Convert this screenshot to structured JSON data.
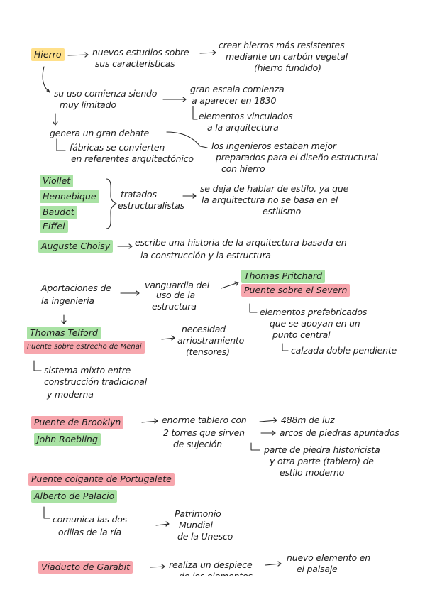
{
  "hierro": {
    "title": "Hierro",
    "b1": "nuevos estudios sobre",
    "b1b": "sus características",
    "b1r1": "crear hierros más resistentes",
    "b1r2": "mediante un carbón vegetal",
    "b1r3": "(hierro fundido)",
    "b2": "su uso comienza siendo",
    "b2b": "muy limitado",
    "b2r1": "gran escala comienza",
    "b2r2": "a aparecer en 1830",
    "b2r3": "elementos vinculados",
    "b2r4": "a la arquitectura",
    "b3": "genera un gran debate",
    "b3a": "fábricas se convierten",
    "b3b": "en referentes arquitectónico",
    "b3r1": "los ingenieros estaban mejor",
    "b3r2": "preparados para el diseño estructural",
    "b3r3": "con hierro"
  },
  "tratados": {
    "names": [
      "Viollet",
      "Hennebique",
      "Baudot",
      "Eiffel"
    ],
    "label1": "tratados",
    "label2": "estructuralistas",
    "r1": "se deja de hablar de estilo, ya que",
    "r2": "la arquitectura no se basa en el",
    "r3": "estilismo"
  },
  "choisy": {
    "name": "Auguste Choisy",
    "t1": "escribe una historia de la arquitectura basada en",
    "t2": "la construcción y la estructura"
  },
  "aportaciones": {
    "t1": "Aportaciones de",
    "t2": "la ingeniería",
    "v1": "vanguardia del",
    "v2": "uso de la",
    "v3": "estructura",
    "pritchard": "Thomas Pritchard",
    "severn": "Puente sobre el Severn",
    "p1": "elementos prefabricados",
    "p2": "que se apoyan en un",
    "p3": "punto central",
    "p4": "calzada doble pendiente"
  },
  "telford": {
    "name": "Thomas Telford",
    "bridge": "Puente sobre estrecho de Menai",
    "n1": "necesidad",
    "n2": "arriostramiento",
    "n3": "(tensores)",
    "s1": "sistema mixto entre",
    "s2": "construcción tradicional",
    "s3": "y moderna"
  },
  "brooklyn": {
    "bridge": "Puente de Brooklyn",
    "name": "John Roebling",
    "e1": "enorme tablero con",
    "e2": "2 torres que sirven",
    "e3": "de sujeción",
    "r1": "488m de luz",
    "r2": "arcos de piedras apuntados",
    "r3": "parte de piedra historicista",
    "r4": "y otra parte (tablero) de",
    "r5": "estilo moderno"
  },
  "portugalete": {
    "bridge": "Puente colgante de Portugalete",
    "name": "Alberto de Palacio",
    "c1": "comunica las dos",
    "c2": "orillas de la ría",
    "w1": "Patrimonio",
    "w2": "Mundial",
    "w3": "de la Unesco"
  },
  "garabit": {
    "bridge": "Viaducto de Garabit",
    "r1": "realiza un despiece",
    "r2": "de los elementos",
    "n1": "nuevo elemento en",
    "n2": "el paisaje"
  }
}
